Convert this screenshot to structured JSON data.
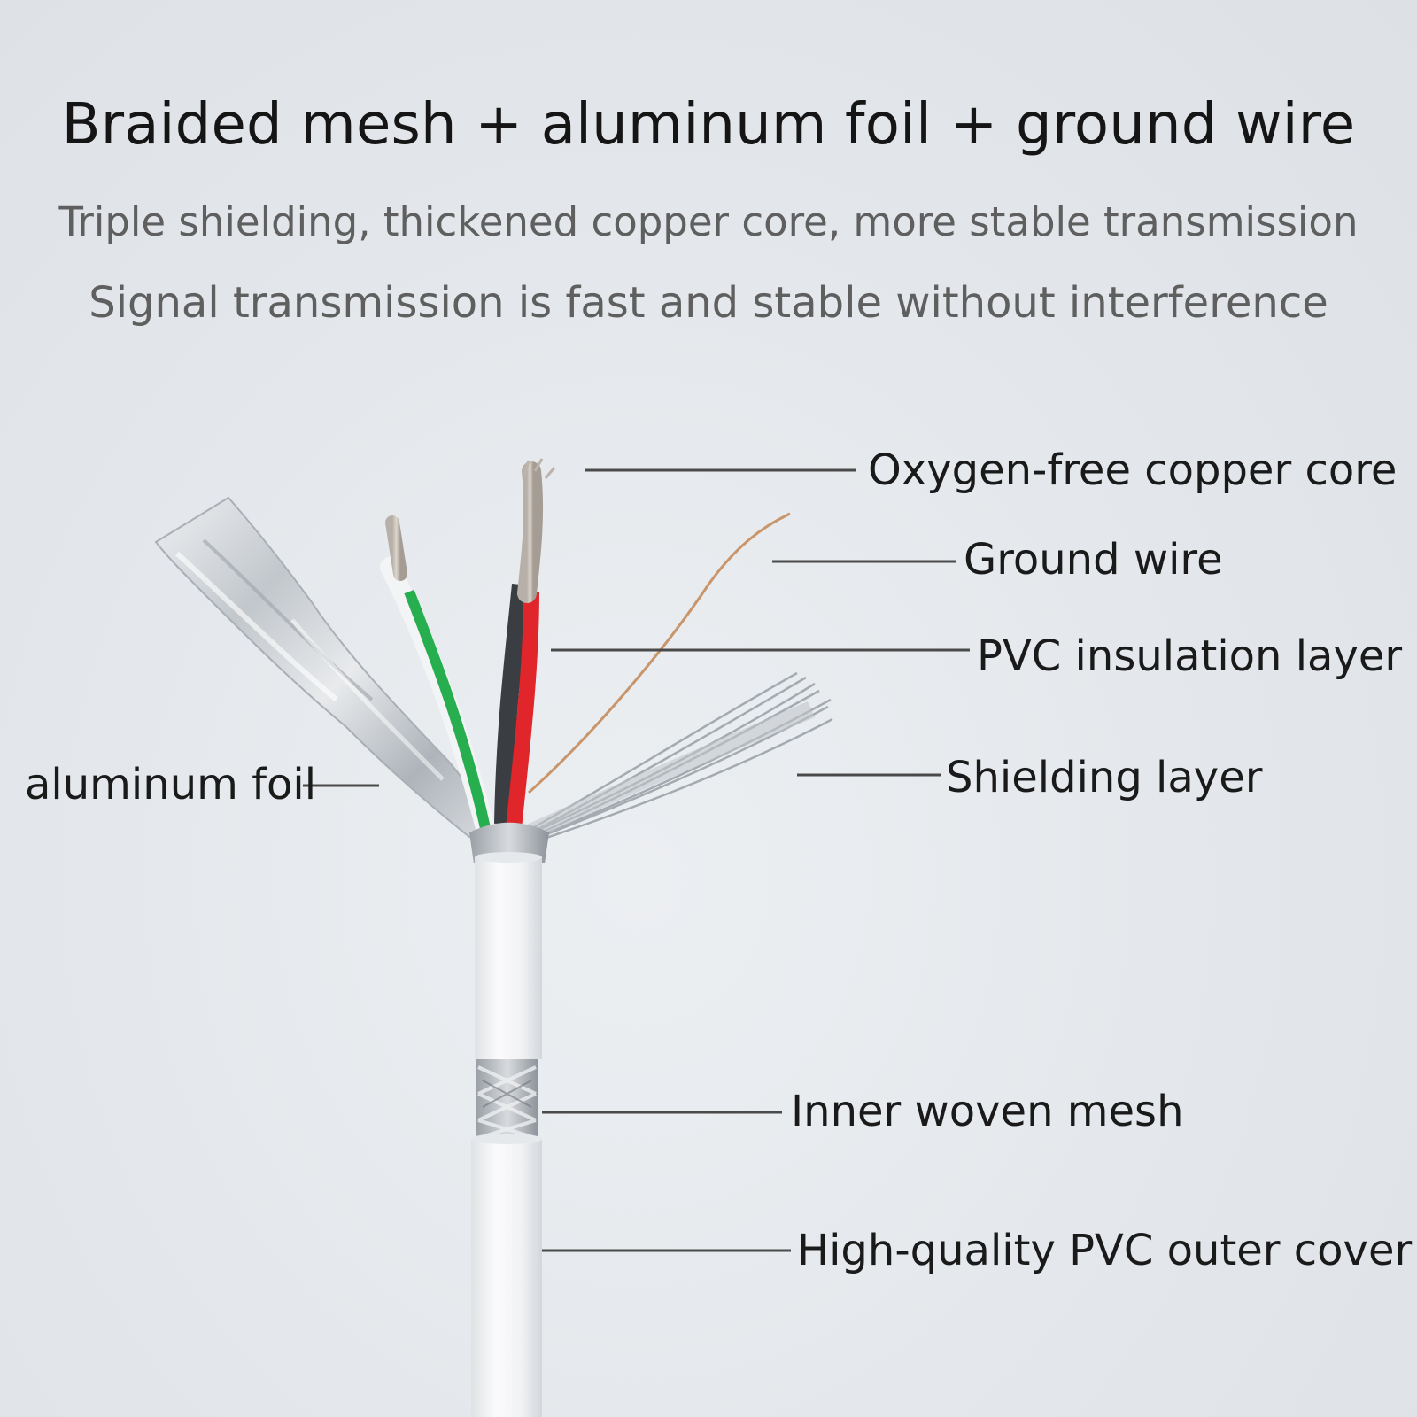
{
  "heading": {
    "title": "Braided mesh + aluminum foil + ground wire",
    "subtitle_line1": "Triple shielding, thickened copper core, more stable transmission",
    "subtitle_line2": "Signal transmission is fast and stable without interference"
  },
  "callouts": {
    "copper_core": "Oxygen-free copper core",
    "ground_wire": "Ground wire",
    "pvc_insulation": "PVC insulation layer",
    "shielding_layer": "Shielding layer",
    "aluminum_foil": "aluminum foil",
    "inner_mesh": "Inner woven mesh",
    "outer_cover": "High-quality PVC outer cover"
  },
  "colors": {
    "background": "#e2e6ea",
    "leader_line": "#4a4a4a",
    "wire_green": "#27ae4f",
    "wire_red": "#e0262a",
    "wire_black": "#3a3d42",
    "jacket_white": "#f4f5f6",
    "ground_copper": "#c9956b",
    "foil_silver": "#c9cdd2"
  }
}
